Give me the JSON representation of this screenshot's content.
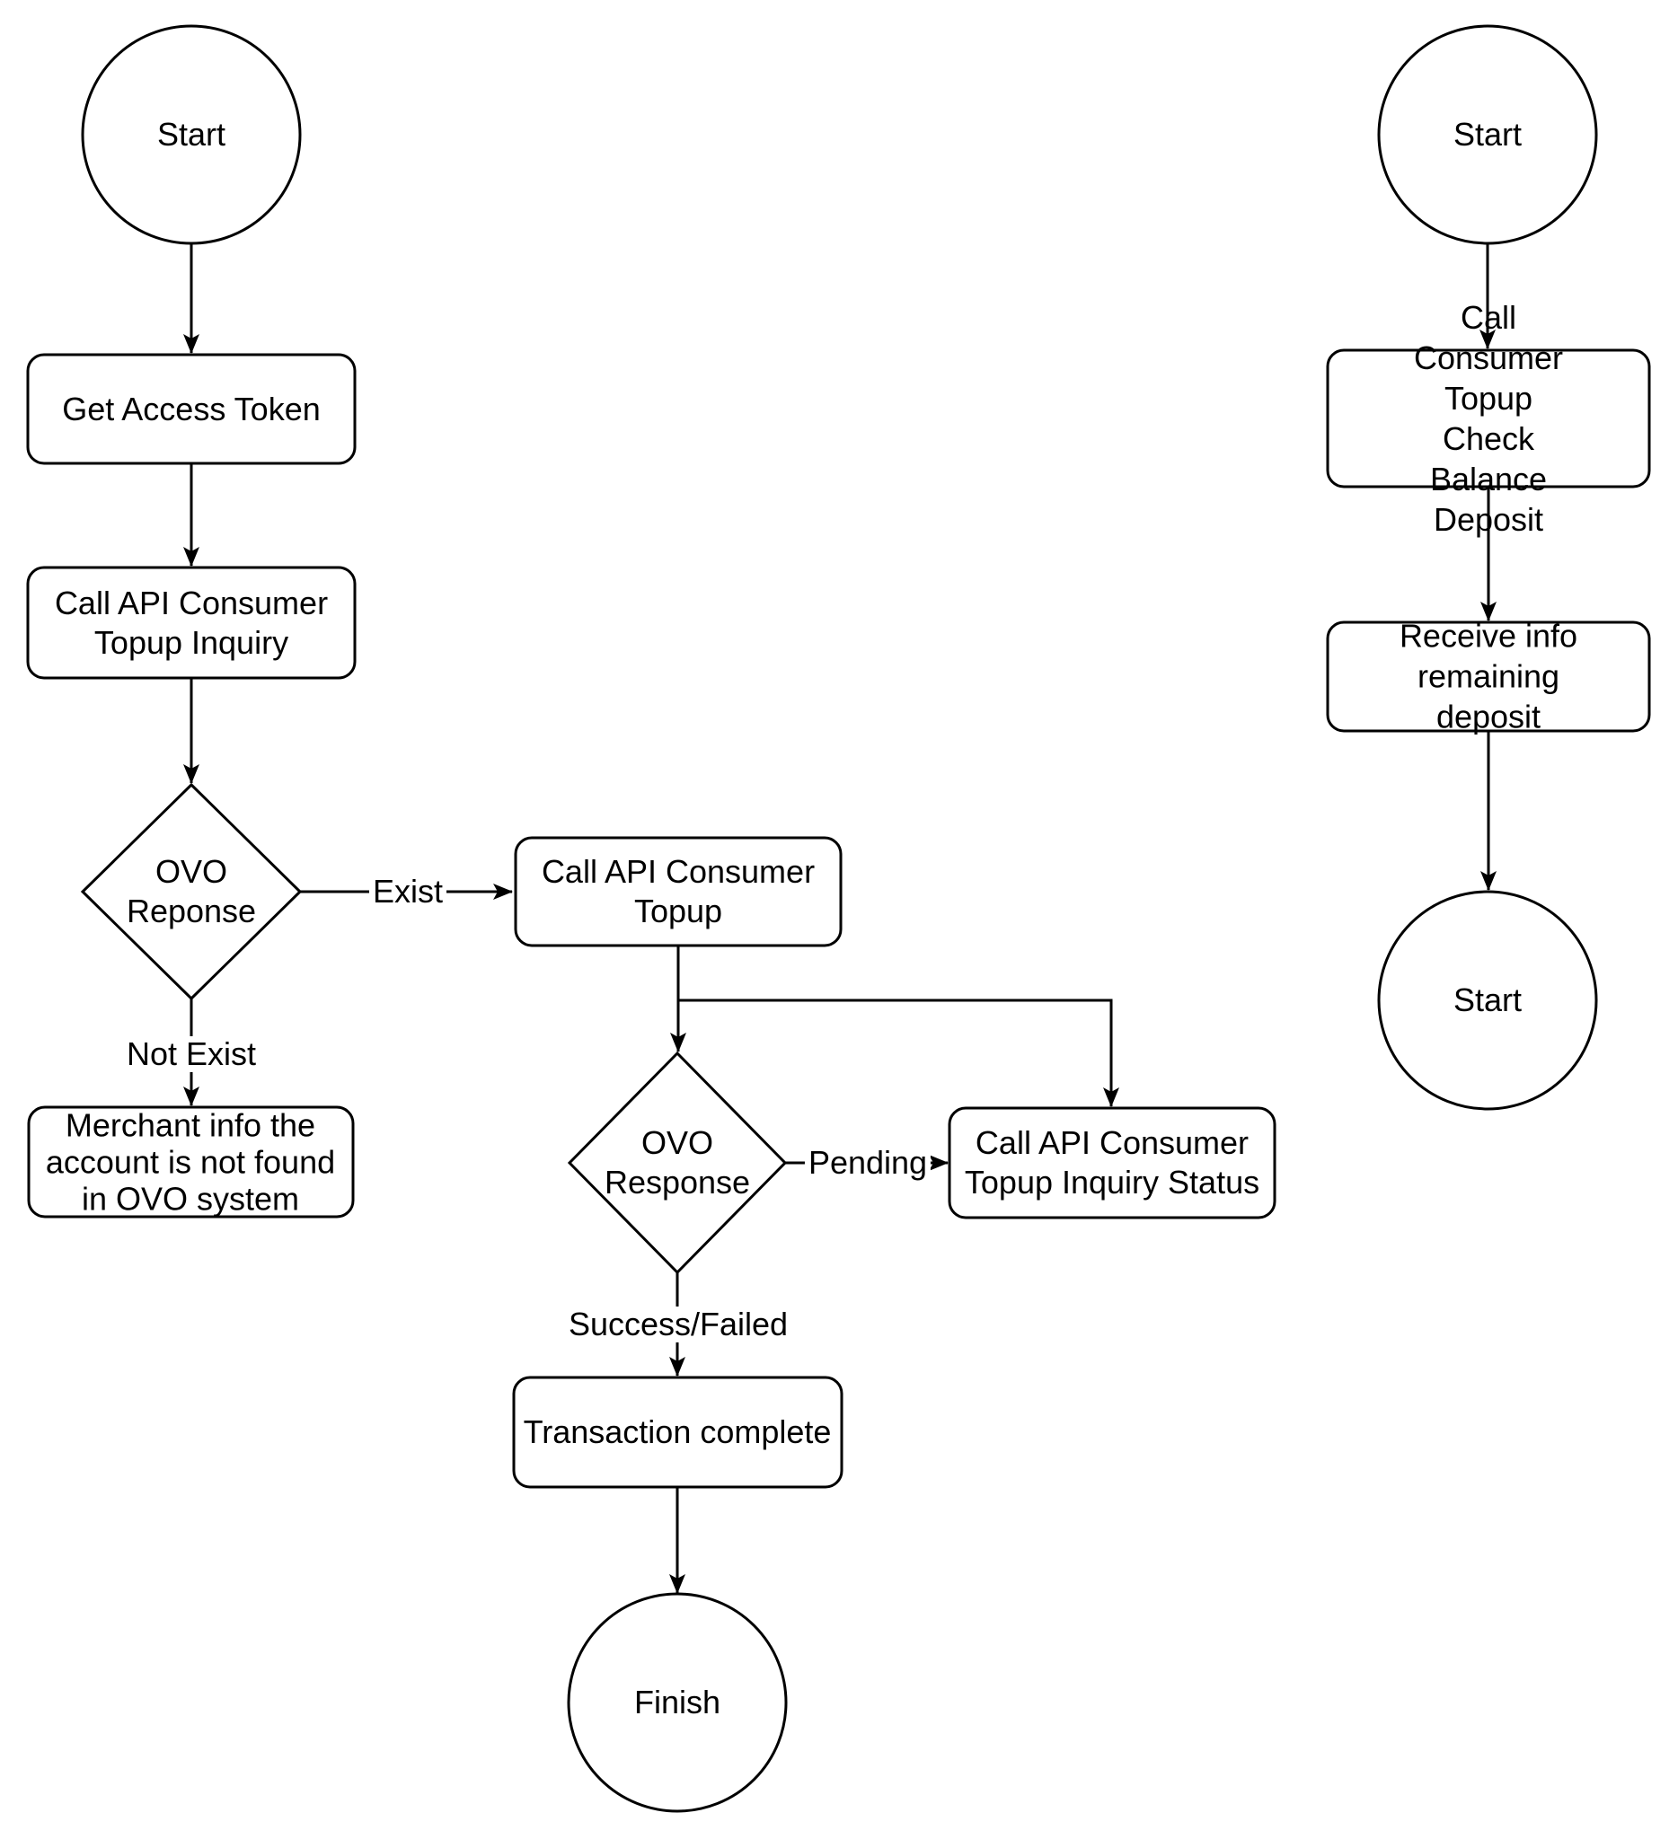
{
  "diagram": {
    "type": "flowchart",
    "colors": {
      "stroke": "#000000",
      "shape_fill": "#ffffff",
      "text": "#000000",
      "background": "#ffffff"
    }
  },
  "left_flow": {
    "start": "Start",
    "get_access_token": "Get Access Token",
    "call_api_consumer_topup_inquiry": "Call API Consumer\nTopup Inquiry",
    "ovo_reponse_decision": "OVO\nReponse",
    "call_api_consumer_topup": "Call API Consumer\nTopup",
    "merchant_not_found": "Merchant info the\naccount is not found\nin OVO system",
    "ovo_response_decision": "OVO\nResponse",
    "call_api_consumer_topup_inquiry_status": "Call API Consumer\nTopup Inquiry Status",
    "transaction_complete": "Transaction complete",
    "finish": "Finish",
    "edge_labels": {
      "exist": "Exist",
      "not_exist": "Not Exist",
      "pending": "Pending",
      "success_failed": "Success/Failed"
    }
  },
  "right_flow": {
    "start_top": "Start",
    "call_consumer_topup_check_balance_deposit": "Call Consumer Topup\nCheck Balance\nDeposit",
    "receive_info_remaining_deposit": "Receive info\nremaining deposit",
    "start_bottom": "Start"
  }
}
